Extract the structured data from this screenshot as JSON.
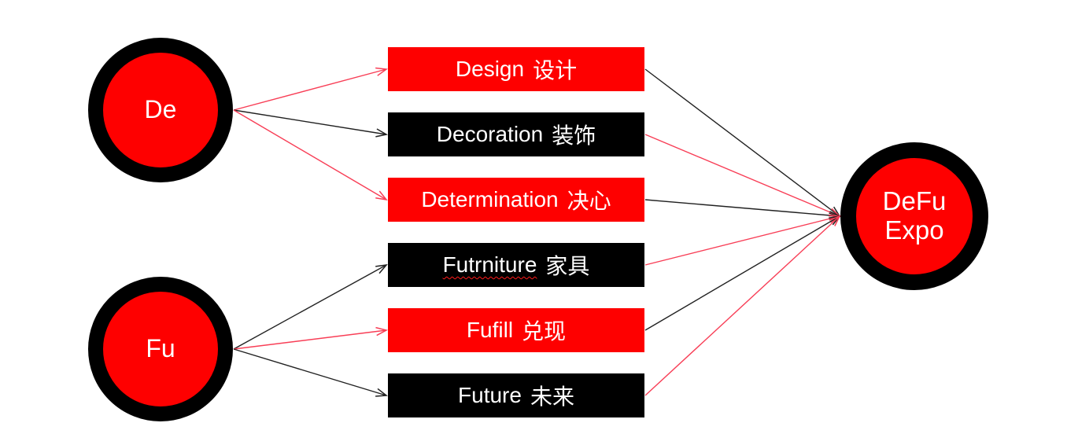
{
  "colors": {
    "shape_red": "#fe0000",
    "shape_black": "#000000",
    "ring_black": "#000000",
    "line_red": "#f83e56",
    "line_black": "#212121",
    "label_white": "#ffffff",
    "spellcheck_underline_red": "#ff1a1a"
  },
  "nodes": {
    "de": {
      "label": "De"
    },
    "fu": {
      "label": "Fu"
    },
    "expo": {
      "line1": "DeFu",
      "line2": "Expo"
    }
  },
  "boxes": [
    {
      "en": "Design",
      "zh": "设计",
      "variant": "red",
      "misspelled": false
    },
    {
      "en": "Decoration",
      "zh": "装饰",
      "variant": "black",
      "misspelled": false
    },
    {
      "en": "Determination",
      "zh": "决心",
      "variant": "red",
      "misspelled": false
    },
    {
      "en": "Futrniture",
      "zh": "家具",
      "variant": "black",
      "misspelled": true
    },
    {
      "en": "Fufill",
      "zh": "兑现",
      "variant": "red",
      "misspelled": false
    },
    {
      "en": "Future",
      "zh": "未来",
      "variant": "black",
      "misspelled": false
    }
  ],
  "connectors": {
    "left": [
      {
        "from": "de",
        "to": 0,
        "color": "red"
      },
      {
        "from": "de",
        "to": 1,
        "color": "black"
      },
      {
        "from": "de",
        "to": 2,
        "color": "red"
      },
      {
        "from": "fu",
        "to": 3,
        "color": "black"
      },
      {
        "from": "fu",
        "to": 4,
        "color": "red"
      },
      {
        "from": "fu",
        "to": 5,
        "color": "black"
      }
    ],
    "right": [
      {
        "from": 0,
        "to": "expo",
        "color": "black"
      },
      {
        "from": 1,
        "to": "expo",
        "color": "red"
      },
      {
        "from": 2,
        "to": "expo",
        "color": "black"
      },
      {
        "from": 3,
        "to": "expo",
        "color": "red"
      },
      {
        "from": 4,
        "to": "expo",
        "color": "black"
      },
      {
        "from": 5,
        "to": "expo",
        "color": "red"
      }
    ]
  }
}
